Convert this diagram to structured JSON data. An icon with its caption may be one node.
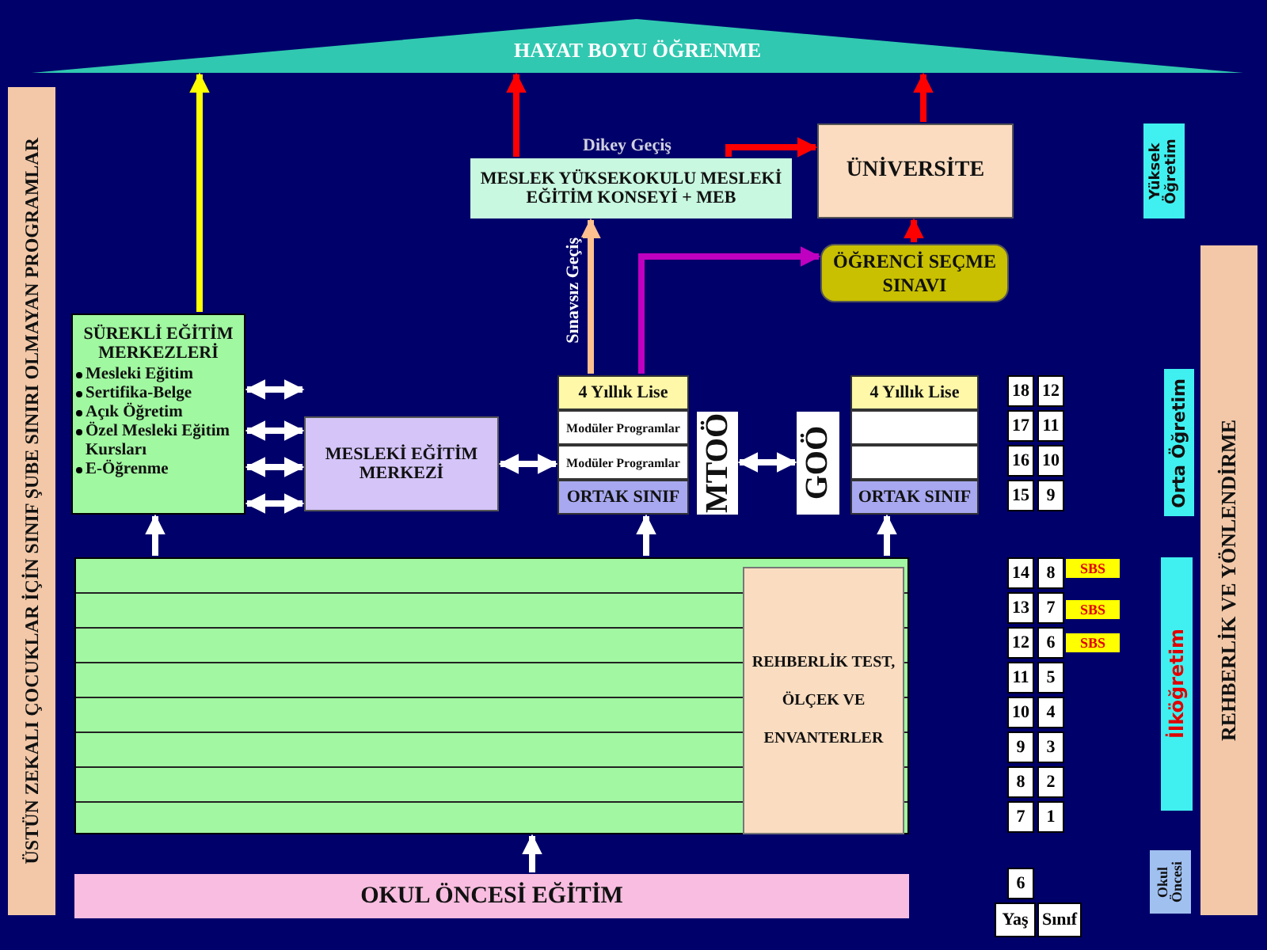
{
  "diagram": {
    "nodes": [
      {
        "text": [
          "HAYAT BOYU ÖĞRENME"
        ]
      },
      {
        "text": [
          "ÜSTÜN ZEKALI ÇOCUKLAR İÇİN SINIF ŞUBE SINIRI OLMAYAN PROGRAMLAR"
        ]
      },
      {
        "text": [
          "REHBERLİK VE YÖNLENDİRME"
        ]
      },
      {
        "text": [
          "MESLEK YÜKSEKOKULU MESLEKİ EĞİTİM KONSEYİ + MEB"
        ]
      },
      {
        "text": [
          "ÜNİVERSİTE"
        ]
      },
      {
        "text": [
          "ÖĞRENCİ SEÇME SINAVI"
        ]
      },
      {
        "text": [
          "SÜREKLİ EĞİTİM MERKEZLERİ",
          "Mesleki Eğitim",
          "Sertifika-Belge",
          "Açık Öğretim",
          "Özel Mesleki Eğitim Kursları",
          "E-Öğrenme"
        ]
      },
      {
        "text": [
          "MESLEKİ EĞİTİM MERKEZİ"
        ]
      },
      {
        "text": [
          "4 Yıllık Lise",
          "Modüler Programlar",
          "Modüler Programlar",
          "ORTAK SINIF"
        ]
      },
      {
        "text": [
          "MTOÖ"
        ]
      },
      {
        "text": [
          "GOÖ"
        ]
      },
      {
        "text": [
          "4 Yıllık Lise",
          "ORTAK SINIF"
        ]
      },
      {
        "text": [],
        "shape": "box"
      },
      {
        "text": [
          "REHBERLİK TEST, ÖLÇEK VE ENVANTERLER"
        ],
        "in": 12
      },
      {
        "text": [
          "OKUL ÖNCESİ EĞİTİM"
        ]
      },
      {
        "text": [
          "Yüksek Öğretim"
        ]
      },
      {
        "text": [
          "Orta Öğretim"
        ]
      },
      {
        "text": [
          "İlköğretim"
        ]
      },
      {
        "text": [
          "Okul Öncesi"
        ]
      },
      {
        "text": [
          "SBS"
        ]
      },
      {
        "text": [
          "SBS"
        ]
      },
      {
        "text": [
          "SBS"
        ]
      }
    ],
    "edges": [
      {
        "from": 6,
        "to": 0,
        "arrow": "to",
        "color": "#ffff00"
      },
      {
        "from": 3,
        "to": 0,
        "arrow": "to",
        "color": "#ff0000"
      },
      {
        "from": 4,
        "to": 0,
        "arrow": "to",
        "color": "#ff0000"
      },
      {
        "from": 3,
        "to": 4,
        "arrow": "to",
        "label": "Dikey Geçiş",
        "color": "#ff0000"
      },
      {
        "from": 8,
        "to": 3,
        "arrow": "to",
        "label": "Sınavsız Geçiş",
        "color": "#ffc090"
      },
      {
        "from": 8,
        "to": 5,
        "arrow": "to",
        "color": "#c000c0"
      },
      {
        "from": 5,
        "to": 4,
        "arrow": "to",
        "color": "#ff0000"
      },
      {
        "from": 6,
        "to": 7,
        "arrow": "both"
      },
      {
        "from": 6,
        "to": 7,
        "arrow": "both"
      },
      {
        "from": 6,
        "to": 7,
        "arrow": "both"
      },
      {
        "from": 6,
        "to": 7,
        "arrow": "both"
      },
      {
        "from": 7,
        "to": 8,
        "arrow": "both"
      },
      {
        "from": 9,
        "to": 10,
        "arrow": "both"
      },
      {
        "from": 12,
        "to": 6,
        "arrow": "to"
      },
      {
        "from": 12,
        "to": 8,
        "arrow": "to"
      },
      {
        "from": 12,
        "to": 11,
        "arrow": "to"
      },
      {
        "from": 14,
        "to": 12,
        "arrow": "to"
      }
    ],
    "labels": [
      "18",
      "12",
      "17",
      "11",
      "16",
      "10",
      "15",
      "9",
      "14",
      "8",
      "13",
      "7",
      "12",
      "6",
      "11",
      "5",
      "10",
      "4",
      "9",
      "3",
      "8",
      "2",
      "7",
      "1",
      "6",
      "Yaş",
      "Sınıf"
    ]
  }
}
